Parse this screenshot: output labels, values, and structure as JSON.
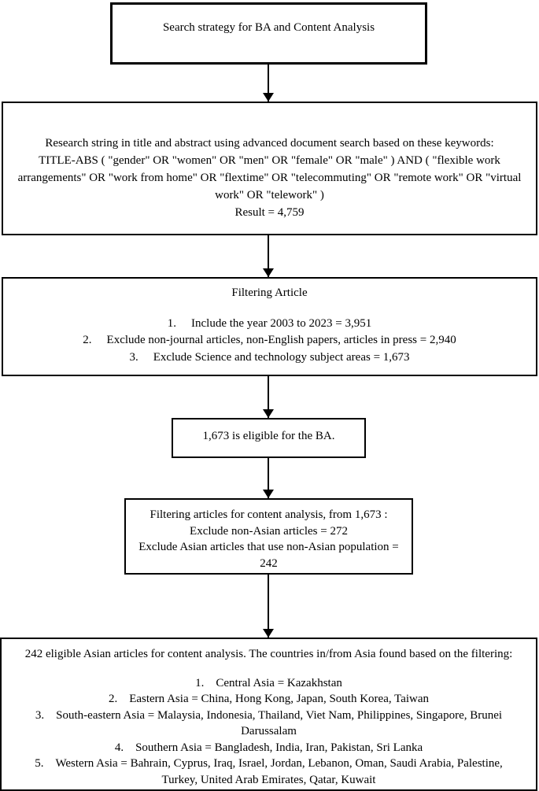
{
  "flow": {
    "colors": {
      "border": "#000000",
      "text": "#000000",
      "background": "#ffffff"
    },
    "boxes": {
      "strategy": {
        "text": "Search strategy for BA and Content Analysis"
      },
      "research": {
        "lines": [
          "Research string in title and abstract using advanced document search based on these keywords:",
          "TITLE-ABS ( \"gender\" OR \"women\" OR \"men\" OR \"female\" OR \"male\" ) AND ( \"flexible work",
          "arrangements\" OR \"work from home\" OR \"flextime\" OR \"telecommuting\" OR \"remote work\" OR \"virtual",
          "work\" OR \"telework\" )",
          "Result = 4,759"
        ]
      },
      "filtering": {
        "heading": "Filtering Article",
        "items": [
          {
            "num": "1.",
            "text": "Include the year 2003 to 2023 = 3,951"
          },
          {
            "num": "2.",
            "text": "Exclude non-journal articles, non-English papers, articles in press = 2,940"
          },
          {
            "num": "3.",
            "text": "Exclude Science and technology subject areas = 1,673"
          }
        ]
      },
      "eligible": {
        "text": "1,673 is eligible for the BA."
      },
      "content_filter": {
        "lines": [
          "Filtering articles for content analysis, from 1,673 :",
          "Exclude non-Asian articles = 272",
          "Exclude Asian articles that use non-Asian population =",
          "242"
        ]
      },
      "results": {
        "intro": "242 eligible Asian articles for content analysis. The countries in/from Asia found based on the filtering:",
        "items": [
          {
            "num": "1.",
            "lines": [
              "Central Asia = Kazakhstan"
            ]
          },
          {
            "num": "2.",
            "lines": [
              "Eastern Asia = China, Hong Kong, Japan, South Korea, Taiwan"
            ]
          },
          {
            "num": "3.",
            "lines": [
              "South-eastern Asia = Malaysia, Indonesia, Thailand, Viet Nam, Philippines, Singapore, Brunei",
              "Darussalam"
            ]
          },
          {
            "num": "4.",
            "lines": [
              "Southern Asia = Bangladesh, India, Iran, Pakistan, Sri Lanka"
            ]
          },
          {
            "num": "5.",
            "lines": [
              "Western Asia = Bahrain, Cyprus, Iraq, Israel, Jordan, Lebanon, Oman, Saudi Arabia, Palestine,",
              "Turkey, United Arab Emirates, Qatar, Kuwait"
            ]
          }
        ]
      }
    }
  }
}
